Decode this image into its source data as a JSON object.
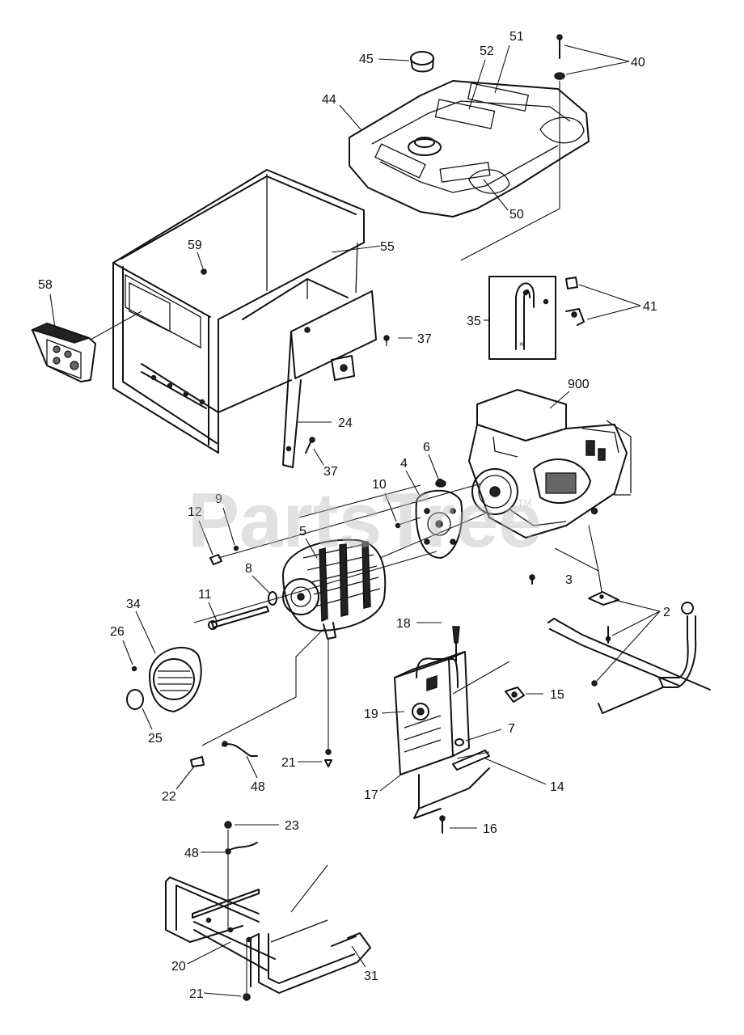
{
  "watermark": {
    "text": "PartsTree",
    "trademark": "TM"
  },
  "callouts": {
    "c51": "51",
    "c52": "52",
    "c45": "45",
    "c40": "40",
    "c44": "44",
    "c50": "50",
    "c59": "59",
    "c55": "55",
    "c58": "58",
    "c37a": "37",
    "c41": "41",
    "c35": "35",
    "c900": "900",
    "c24": "24",
    "c37b": "37",
    "c6": "6",
    "c4": "4",
    "c10": "10",
    "c9": "9",
    "c12": "12",
    "c5": "5",
    "c8": "8",
    "c3": "3",
    "c34": "34",
    "c11": "11",
    "c2": "2",
    "c26": "26",
    "c18": "18",
    "c15": "15",
    "c19": "19",
    "c7": "7",
    "c25": "25",
    "c14": "14",
    "c21a": "21",
    "c22": "22",
    "c48a": "48",
    "c17": "17",
    "c16": "16",
    "c23": "23",
    "c48b": "48",
    "c20": "20",
    "c31": "31",
    "c21b": "21"
  }
}
